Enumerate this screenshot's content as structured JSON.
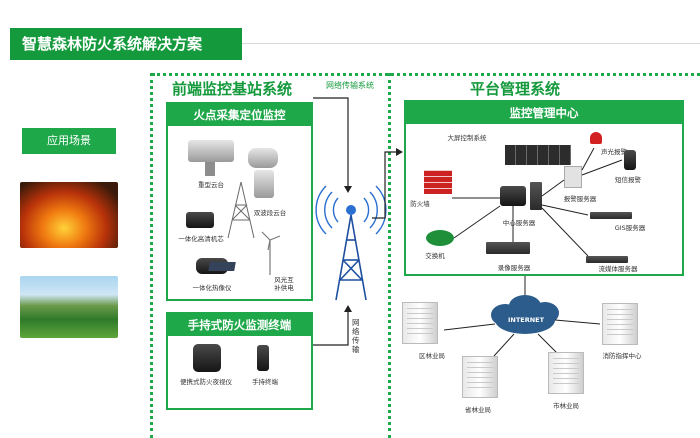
{
  "header": {
    "title": "智慧森林防火系统解决方案"
  },
  "scene": {
    "label": "应用场景"
  },
  "front_end": {
    "title": "前端监控基站系统",
    "fire_panel": {
      "title": "火点采集定位监控",
      "devices": [
        "重型云台",
        "双波段云台",
        "一体化高清机芯",
        "一体化热像仪",
        "风光互补供电"
      ]
    },
    "handheld_panel": {
      "title": "手持式防火监测终端",
      "devices": [
        "便携式防火夜视仪",
        "手持终端"
      ]
    }
  },
  "network": {
    "title": "网络传输系统",
    "vertical_label": "网络传输"
  },
  "platform": {
    "title": "平台管理系统",
    "center": {
      "title": "监控管理中心",
      "nodes": {
        "screen": "大屏控制系统",
        "alarm": "声光报警",
        "sms": "短信报警",
        "firewall": "防火墙",
        "center_server": "中心服务器",
        "alarm_server": "报警服务器",
        "gis_server": "GIS服务器",
        "switch": "交换机",
        "record_server": "录像服务器",
        "stream_server": "流媒体服务器"
      }
    },
    "internet": "INTERNET",
    "offices": {
      "district": "区林业局",
      "fire_hq": "消防指挥中心",
      "province": "省林业局",
      "city": "市林业局"
    }
  },
  "colors": {
    "primary_green": "#149a3c",
    "accent_green": "#1fa84a",
    "tower_blue": "#2a6fd1"
  }
}
